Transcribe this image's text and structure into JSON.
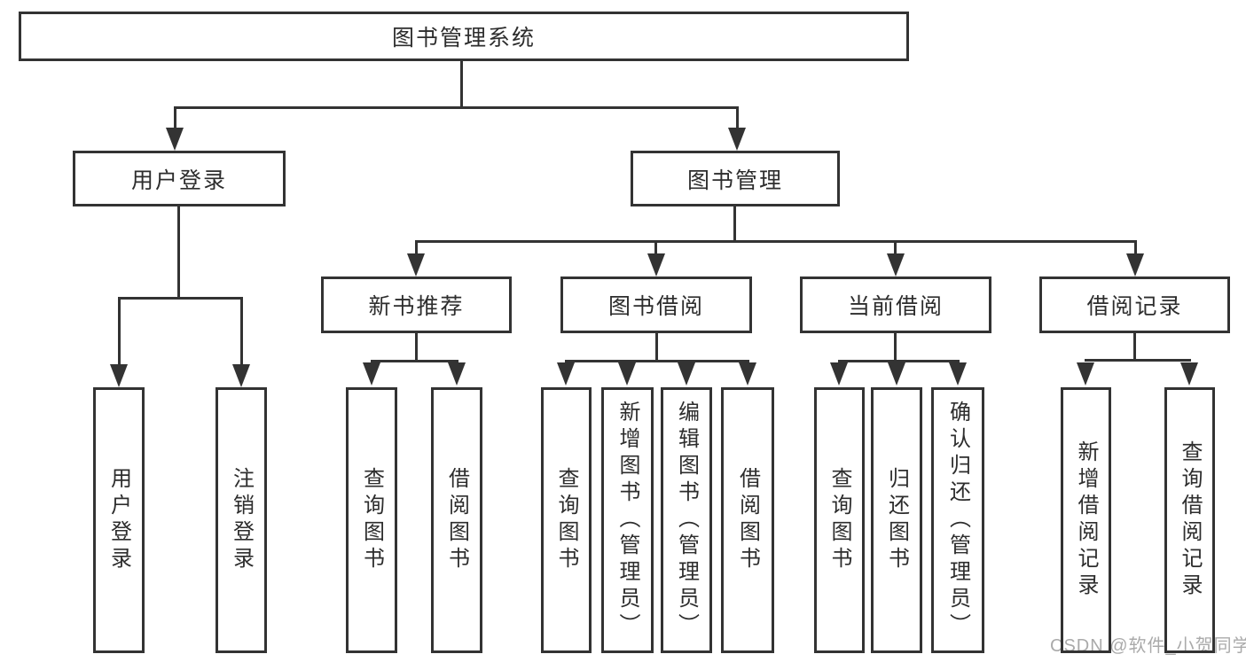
{
  "title": "图书管理系统",
  "tree": {
    "root": {
      "label": "图书管理系统"
    },
    "branches": [
      {
        "label": "用户登录",
        "children": [
          {
            "label": "用户登录"
          },
          {
            "label": "注销登录"
          }
        ]
      },
      {
        "label": "图书管理",
        "children": [
          {
            "label": "新书推荐",
            "children": [
              {
                "label": "查询图书"
              },
              {
                "label": "借阅图书"
              }
            ]
          },
          {
            "label": "图书借阅",
            "children": [
              {
                "label": "查询图书"
              },
              {
                "label": "新增图书（管理员）"
              },
              {
                "label": "编辑图书（管理员）"
              },
              {
                "label": "借阅图书"
              }
            ]
          },
          {
            "label": "当前借阅",
            "children": [
              {
                "label": "查询图书"
              },
              {
                "label": "归还图书"
              },
              {
                "label": "确认归还（管理员）"
              }
            ]
          },
          {
            "label": "借阅记录",
            "children": [
              {
                "label": "新增借阅记录"
              },
              {
                "label": "查询借阅记录"
              }
            ]
          }
        ]
      }
    ]
  },
  "watermark": {
    "text": "CSDN @软件_小贺同学"
  },
  "colors": {
    "line": "#333333",
    "border": "#333333",
    "text": "#2d2d2d",
    "watermark": "#aaaaaa",
    "background": "#ffffff"
  }
}
